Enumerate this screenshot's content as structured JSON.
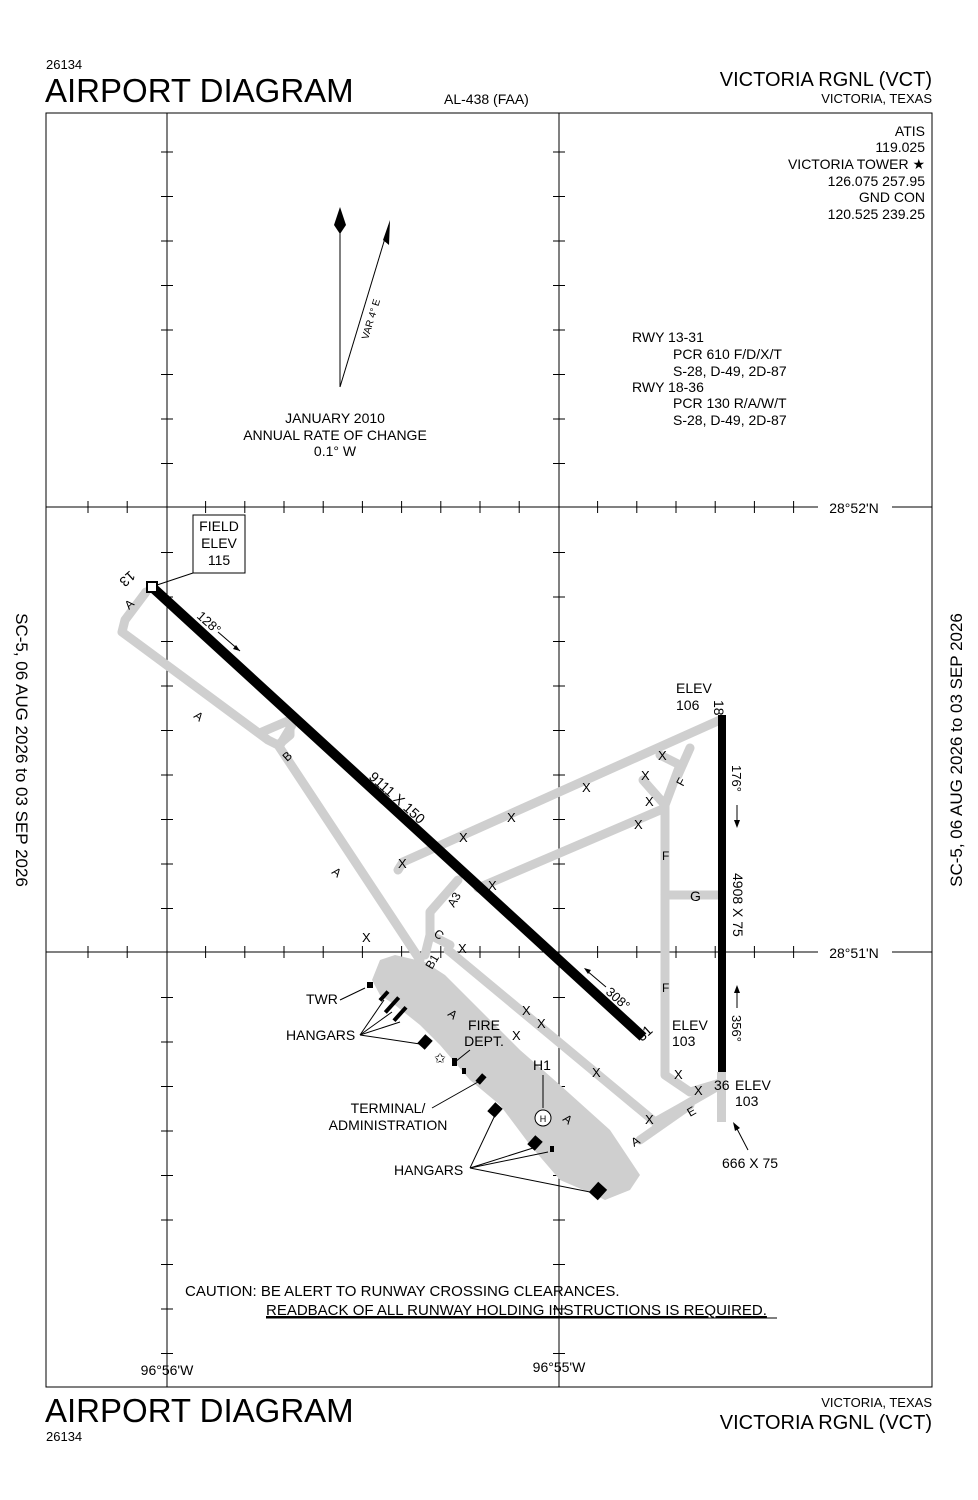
{
  "header": {
    "doc_number": "26134",
    "title": "AIRPORT DIAGRAM",
    "chart_id": "AL-438 (FAA)",
    "airport_name": "VICTORIA RGNL (VCT)",
    "location": "VICTORIA, TEXAS"
  },
  "footer": {
    "title": "AIRPORT DIAGRAM",
    "doc_number": "26134",
    "location": "VICTORIA, TEXAS",
    "airport_name": "VICTORIA RGNL (VCT)"
  },
  "side_labels": {
    "left": "SC-5,  06 AUG 2026  to  03 SEP 2026",
    "right": "SC-5,  06 AUG 2026  to  03 SEP 2026"
  },
  "frequencies": {
    "atis_label": "ATIS",
    "atis_freq": "119.025",
    "tower_label": "VICTORIA TOWER ★",
    "tower_freq": "126.075  257.95",
    "gnd_label": "GND CON",
    "gnd_freq": "120.525  239.25"
  },
  "runway_data": {
    "line1": "RWY 13-31",
    "line2": "PCR 610 F/D/X/T",
    "line3": "S-28, D-49, 2D-87",
    "line4": "RWY 18-36",
    "line5": "PCR 130 R/A/W/T",
    "line6": "S-28, D-49, 2D-87"
  },
  "magnetic": {
    "var_label": "VAR 4° E",
    "date": "JANUARY 2010",
    "rate_label": "ANNUAL RATE OF CHANGE",
    "rate": "0.1° W"
  },
  "coordinates": {
    "lat_north": "28°52'N",
    "lat_south": "28°51'N",
    "lon_west": "96°56'W",
    "lon_east": "96°55'W"
  },
  "field_elev": {
    "line1": "FIELD",
    "line2": "ELEV",
    "value": "115"
  },
  "runways": {
    "rwy13": "13",
    "rwy31": "31",
    "rwy18": "18",
    "rwy36": "36",
    "hdg_128": "128°",
    "hdg_308": "308°",
    "hdg_176": "176°",
    "hdg_356": "356°",
    "dims_13_31": "9111 X 150",
    "dims_18_36": "4908 X 75",
    "elev18_label": "ELEV",
    "elev18_value": "106",
    "elev31_label": "ELEV",
    "elev31_value": "103",
    "elev36_label": "ELEV",
    "elev36_value": "103",
    "extension_dims": "666 X 75"
  },
  "taxiways": {
    "A": "A",
    "B": "B",
    "B1": "B1",
    "C": "C",
    "A3": "A3",
    "E": "E",
    "F": "F",
    "G": "G",
    "H1": "H1",
    "H": "H",
    "X": "X"
  },
  "facilities": {
    "twr": "TWR",
    "hangars": "HANGARS",
    "fire1": "FIRE",
    "fire2": "DEPT.",
    "terminal1": "TERMINAL/",
    "terminal2": "ADMINISTRATION"
  },
  "caution": {
    "line1": "CAUTION: BE ALERT TO RUNWAY CROSSING CLEARANCES.",
    "line2": "READBACK OF ALL RUNWAY HOLDING INSTRUCTIONS IS REQUIRED."
  }
}
